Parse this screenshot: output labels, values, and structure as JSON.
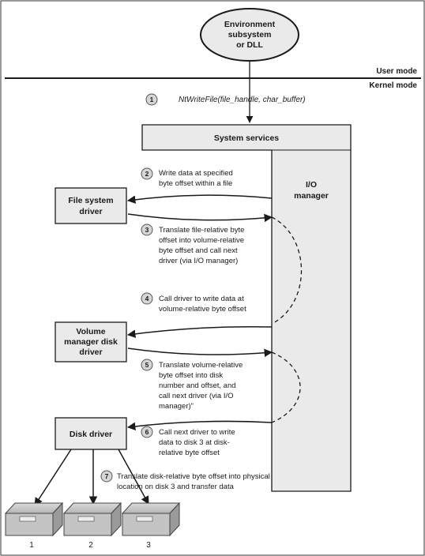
{
  "environment": {
    "lines": [
      "Environment",
      "subsystem",
      "or DLL"
    ]
  },
  "mode_labels": {
    "user": "User mode",
    "kernel": "Kernel mode"
  },
  "system_services": "System services",
  "io_manager": {
    "lines": [
      "I/O",
      "manager"
    ]
  },
  "drivers": {
    "file_system": [
      "File system",
      "driver"
    ],
    "volume_manager": [
      "Volume",
      "manager disk",
      "driver"
    ],
    "disk": [
      "Disk driver"
    ]
  },
  "steps": [
    {
      "num": "1",
      "lines": [
        "NtWriteFile(file_handle, char_buffer)"
      ]
    },
    {
      "num": "2",
      "lines": [
        "Write data at specified",
        "byte offset within a file"
      ]
    },
    {
      "num": "3",
      "lines": [
        "Translate file-relative byte",
        "offset into volume-relative",
        "byte offset and call next",
        "driver (via I/O manager)"
      ]
    },
    {
      "num": "4",
      "lines": [
        "Call driver to write data at",
        "volume-relative byte offset"
      ]
    },
    {
      "num": "5",
      "lines": [
        "Translate volume-relative",
        "byte offset into disk",
        "number and offset, and",
        "call next driver (via I/O",
        "manager)\""
      ]
    },
    {
      "num": "6",
      "lines": [
        "Call next driver to write",
        "data to disk 3 at disk-",
        "relative byte offset"
      ]
    },
    {
      "num": "7",
      "lines": [
        "Translate disk-relative byte offset into physical",
        "location on disk 3 and transfer data"
      ]
    }
  ],
  "disks": [
    "1",
    "2",
    "3"
  ]
}
